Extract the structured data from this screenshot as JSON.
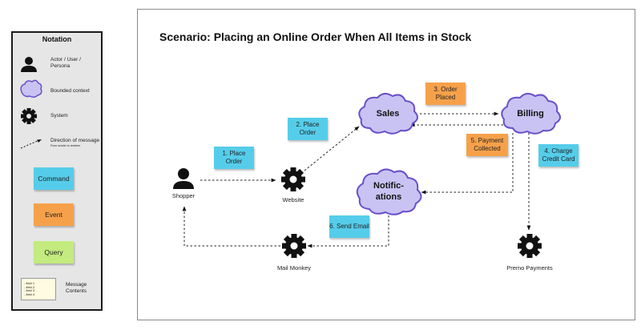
{
  "legend": {
    "title": "Notation",
    "actor_label": "Actor / User / Persona",
    "context_label": "Bounded context",
    "system_label": "System",
    "message_label": "Direction of message",
    "message_sublabel": "From sender to receiver",
    "command_label": "Command",
    "event_label": "Event",
    "query_label": "Query",
    "note_fields": [
      "- field 1",
      "- field 2",
      "- field 3",
      "- field 4"
    ],
    "note_label": "Message Contents"
  },
  "title": "Scenario: Placing an Online Order When All Items in Stock",
  "nodes": {
    "shopper": "Shopper",
    "website": "Website",
    "mail_monkey": "Mail Monkey",
    "premo_payments": "Premo Payments",
    "sales": "Sales",
    "billing": "Billing",
    "notifications": "Notific-\nations"
  },
  "stickies": {
    "place_order_1": "1. Place Order",
    "place_order_2": "2. Place Order",
    "order_placed": "3. Order Placed",
    "charge_card": "4. Charge Credit Card",
    "payment_collected": "5. Payment Collected",
    "send_email": "6. Send Email"
  },
  "colors": {
    "command": "#55cdea",
    "event": "#f6a14a",
    "query": "#c3eb7f",
    "context_fill": "#c9c3f3",
    "context_stroke": "#6a4fc9"
  }
}
